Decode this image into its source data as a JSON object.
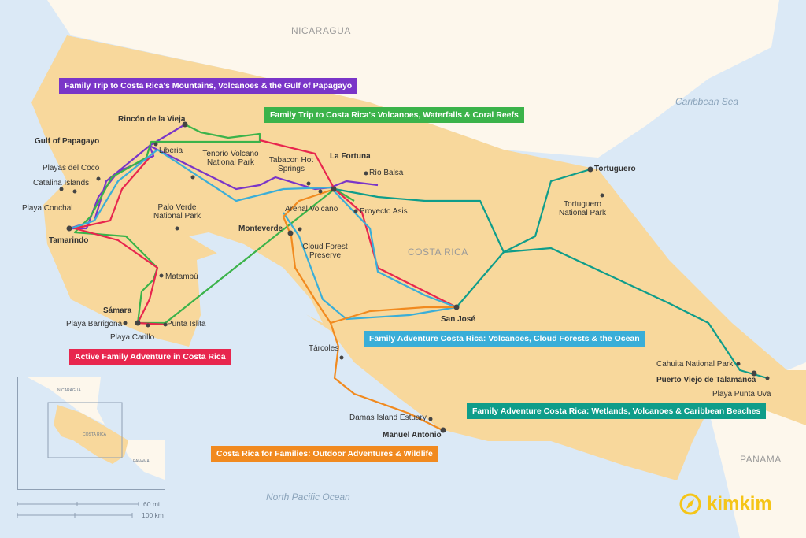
{
  "colors": {
    "purple": "#7a35c8",
    "green": "#3bb34a",
    "red": "#e8264e",
    "blue": "#3aaed8",
    "orange": "#f18a1f",
    "teal": "#0f9d8a",
    "land": "#f8d89c",
    "sea": "#dbe9f6",
    "neighbor": "#fdf7ec"
  },
  "regions": {
    "nicaragua": "NICARAGUA",
    "costa_rica": "COSTA RICA",
    "panama": "PANAMA",
    "caribbean": "Caribbean Sea",
    "pacific": "North Pacific Ocean"
  },
  "routes": [
    {
      "name": "Family Trip to Costa Rica's Mountains, Volcanoes & the Gulf of Papagayo",
      "color": "#7a35c8"
    },
    {
      "name": "Family Trip to Costa Rica's Volcanoes, Waterfalls & Coral Reefs",
      "color": "#3bb34a"
    },
    {
      "name": "Active Family Adventure in Costa Rica",
      "color": "#e8264e"
    },
    {
      "name": "Family Adventure Costa Rica: Volcanoes, Cloud Forests & the Ocean",
      "color": "#3aaed8"
    },
    {
      "name": "Costa Rica for Families: Outdoor Adventures & Wildlife",
      "color": "#f18a1f"
    },
    {
      "name": "Family Adventure Costa Rica: Wetlands, Volcanoes & Caribbean Beaches",
      "color": "#0f9d8a"
    }
  ],
  "places": {
    "rincon": "Rincón de la Vieja",
    "gulf": "Gulf of Papagayo",
    "liberia": "Liberia",
    "tenorio": "Tenorio Volcano National Park",
    "coco": "Playas del Coco",
    "catalina": "Catalina Islands",
    "conchal": "Playa Conchal",
    "tamarindo": "Tamarindo",
    "paloverde": "Palo Verde National Park",
    "matambu": "Matambú",
    "samara": "Sámara",
    "barrigona": "Playa Barrigona",
    "carillo": "Playa Carillo",
    "islita": "Punta Islita",
    "tabacon": "Tabacon Hot Springs",
    "fortuna": "La Fortuna",
    "balsa": "Río Balsa",
    "arenal": "Arenal Volcano",
    "asis": "Proyecto Asis",
    "monteverde": "Monteverde",
    "cloud": "Cloud Forest Preserve",
    "sanjose": "San José",
    "tarcoles": "Tárcoles",
    "damas": "Damas Island Estuary",
    "manuel": "Manuel Antonio",
    "tortuguero": "Tortuguero",
    "tortuguero_np": "Tortuguero National Park",
    "cahuita": "Cahuita National Park",
    "puerto": "Puerto Viejo de Talamanca",
    "uva": "Playa Punta Uva"
  },
  "inset": {
    "nicaragua": "NICARAGUA",
    "costa_rica": "COSTA RICA",
    "panama": "PANAMA"
  },
  "scale": {
    "mi": "60 mi",
    "km": "100 km"
  },
  "brand": "kimkim"
}
